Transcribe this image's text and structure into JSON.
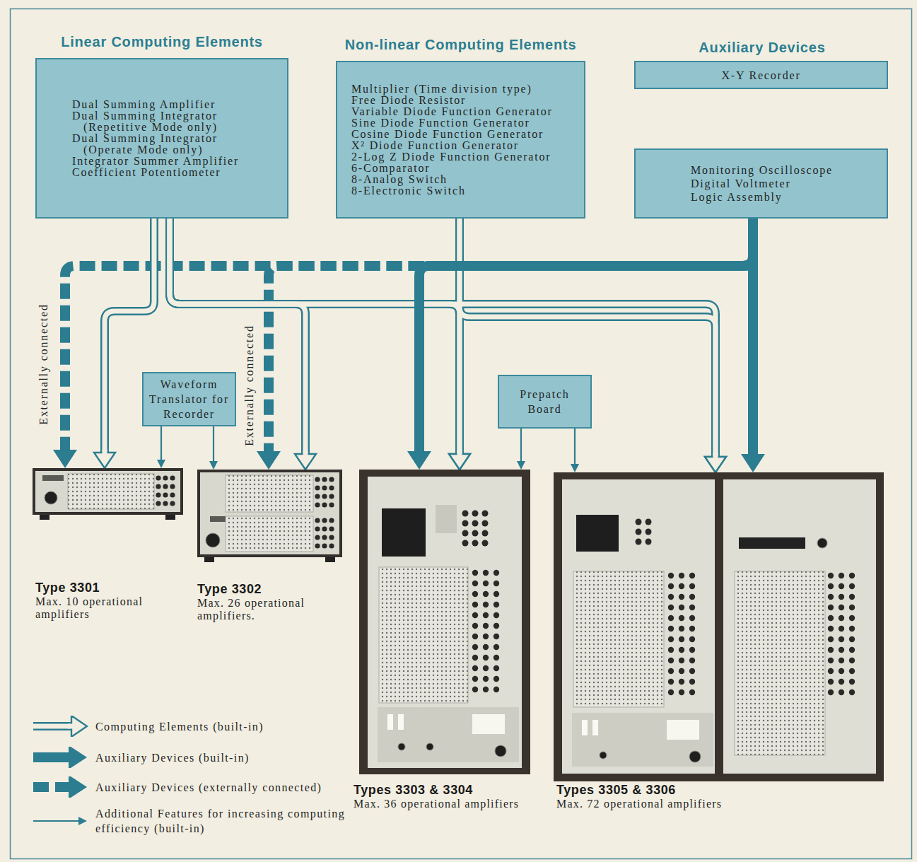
{
  "diagram": {
    "nodes": [
      {
        "text": [
          "Linear Computing Elements",
          "Dual Summing Amplifier",
          "Dual Summing Integrator (Repetitive Mode only)",
          "Dual Summing Integrator (Operate Mode only)",
          "Integrator Summer Amplifier",
          "Coefficient Potentiometer"
        ]
      },
      {
        "text": [
          "Non-linear Computing Elements",
          "Multiplier (Time division type)",
          "Free Diode Resistor",
          "Variable Diode Function Generator",
          "Sine Diode Function Generator",
          "Cosine Diode Function Generator",
          "X² Diode Function Generator",
          "2-Log Z Diode Function Generator",
          "6-Comparator",
          "8-Analog Switch",
          "8-Electronic Switch"
        ]
      },
      {
        "text": [
          "X-Y Recorder"
        ]
      },
      {
        "text": [
          "Monitoring Oscilloscope",
          "Digital Voltmeter",
          "Logic Assembly"
        ]
      },
      {
        "text": [
          "Waveform Translator for Recorder"
        ]
      },
      {
        "text": [
          "Prepatch Board"
        ]
      },
      {
        "text": [
          "Type 3301",
          "Max. 10 operational amplifiers"
        ]
      },
      {
        "text": [
          "Type 3302",
          "Max. 26 operational amplifiers."
        ]
      },
      {
        "text": [
          "Types 3303 & 3304",
          "Max. 36 operational amplifiers"
        ]
      },
      {
        "text": [
          "Types 3305 & 3306",
          "Max. 72 operational amplifiers"
        ]
      }
    ],
    "edges": [
      {
        "from": 0,
        "to": 6,
        "arrow": "to"
      },
      {
        "from": 0,
        "to": 7,
        "arrow": "to"
      },
      {
        "from": 0,
        "to": 8,
        "arrow": "to"
      },
      {
        "from": 0,
        "to": 9,
        "arrow": "to"
      },
      {
        "from": 1,
        "to": 8,
        "arrow": "to"
      },
      {
        "from": 1,
        "to": 9,
        "arrow": "to"
      },
      {
        "from": 3,
        "to": 6,
        "arrow": "to",
        "label": "Externally connected"
      },
      {
        "from": 3,
        "to": 7,
        "arrow": "to",
        "label": "Externally connected"
      },
      {
        "from": 3,
        "to": 8,
        "arrow": "to"
      },
      {
        "from": 3,
        "to": 9,
        "arrow": "to"
      },
      {
        "from": 4,
        "to": 6,
        "arrow": "to"
      },
      {
        "from": 4,
        "to": 7,
        "arrow": "to"
      },
      {
        "from": 5,
        "to": 8,
        "arrow": "to"
      },
      {
        "from": 5,
        "to": 9,
        "arrow": "to"
      }
    ],
    "labels": [
      "Auxiliary Devices"
    ],
    "legend": [
      {
        "text": "Computing Elements (built-in)"
      },
      {
        "text": "Auxiliary Devices (built-in)"
      },
      {
        "text": "Auxiliary Devices (externally connected)"
      },
      {
        "text": "Additional Features for increasing computing efficiency (built-in)"
      }
    ]
  }
}
